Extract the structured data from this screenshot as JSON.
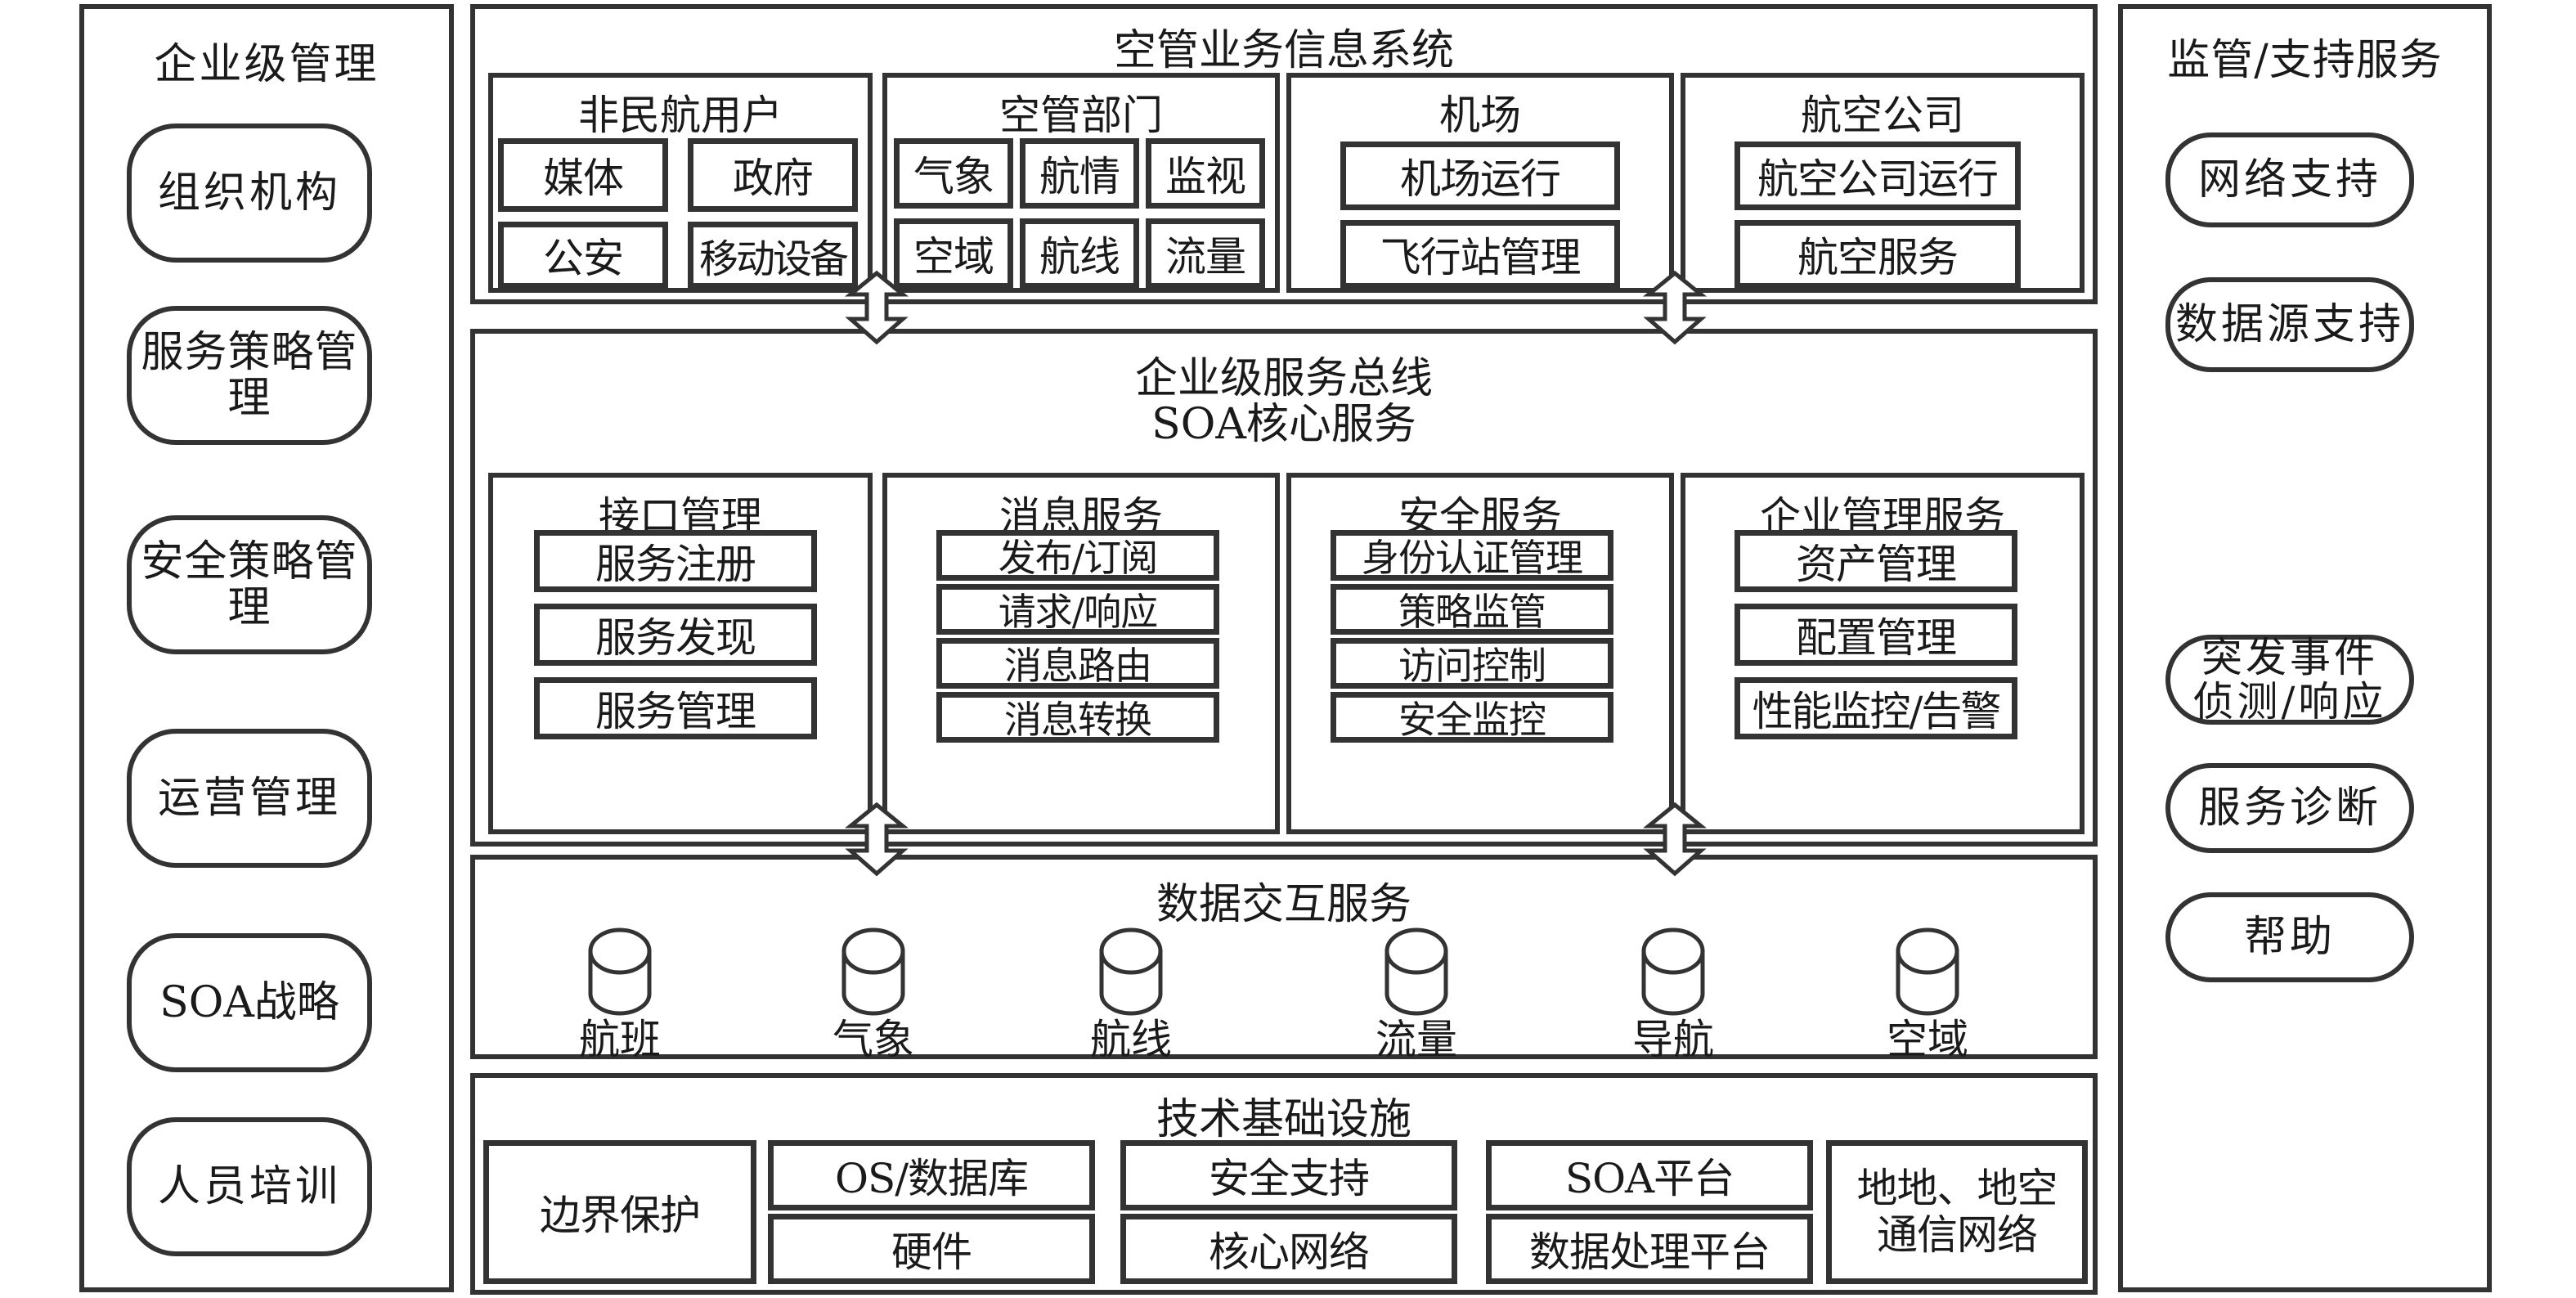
{
  "left_column": {
    "title": "企业级管理",
    "items": [
      "组织机构",
      "服务策略管理",
      "安全策略管理",
      "运营管理",
      "SOA战略",
      "人员培训"
    ]
  },
  "right_column": {
    "title": "监管/支持服务",
    "items": [
      "网络支持",
      "数据源支持",
      "突发事件\n侦测/响应",
      "服务诊断",
      "帮助"
    ]
  },
  "atc_system": {
    "title": "空管业务信息系统",
    "groups": [
      {
        "title": "非民航用户",
        "items": [
          "媒体",
          "政府",
          "公安",
          "移动设备"
        ]
      },
      {
        "title": "空管部门",
        "items": [
          "气象",
          "航情",
          "监视",
          "空域",
          "航线",
          "流量"
        ]
      },
      {
        "title": "机场",
        "items": [
          "机场运行",
          "飞行站管理"
        ]
      },
      {
        "title": "航空公司",
        "items": [
          "航空公司运行",
          "航空服务"
        ]
      }
    ]
  },
  "esb": {
    "title_line1": "企业级服务总线",
    "title_line2": "SOA核心服务",
    "groups": [
      {
        "title": "接口管理",
        "items": [
          "服务注册",
          "服务发现",
          "服务管理"
        ]
      },
      {
        "title": "消息服务",
        "items": [
          "发布/订阅",
          "请求/响应",
          "消息路由",
          "消息转换"
        ]
      },
      {
        "title": "安全服务",
        "items": [
          "身份认证管理",
          "策略监管",
          "访问控制",
          "安全监控"
        ]
      },
      {
        "title": "企业管理服务",
        "items": [
          "资产管理",
          "配置管理",
          "性能监控/告警"
        ]
      }
    ]
  },
  "data_exchange": {
    "title": "数据交互服务",
    "databases": [
      "航班",
      "气象",
      "航线",
      "流量",
      "导航",
      "空域"
    ]
  },
  "infrastructure": {
    "title": "技术基础设施",
    "boundary": "边界保护",
    "pairs": [
      [
        "OS/数据库",
        "硬件"
      ],
      [
        "安全支持",
        "核心网络"
      ],
      [
        "SOA平台",
        "数据处理平台"
      ]
    ],
    "network": "地地、地空\n通信网络"
  },
  "connectors": {
    "type": "bidirectional-arrow",
    "links": [
      {
        "from": "空管业务信息系统",
        "to": "企业级服务总线"
      },
      {
        "from": "企业级服务总线",
        "to": "数据交互服务"
      }
    ]
  },
  "colors": {
    "stroke": "#333333",
    "background": "#ffffff",
    "text": "#1a1a1a"
  }
}
